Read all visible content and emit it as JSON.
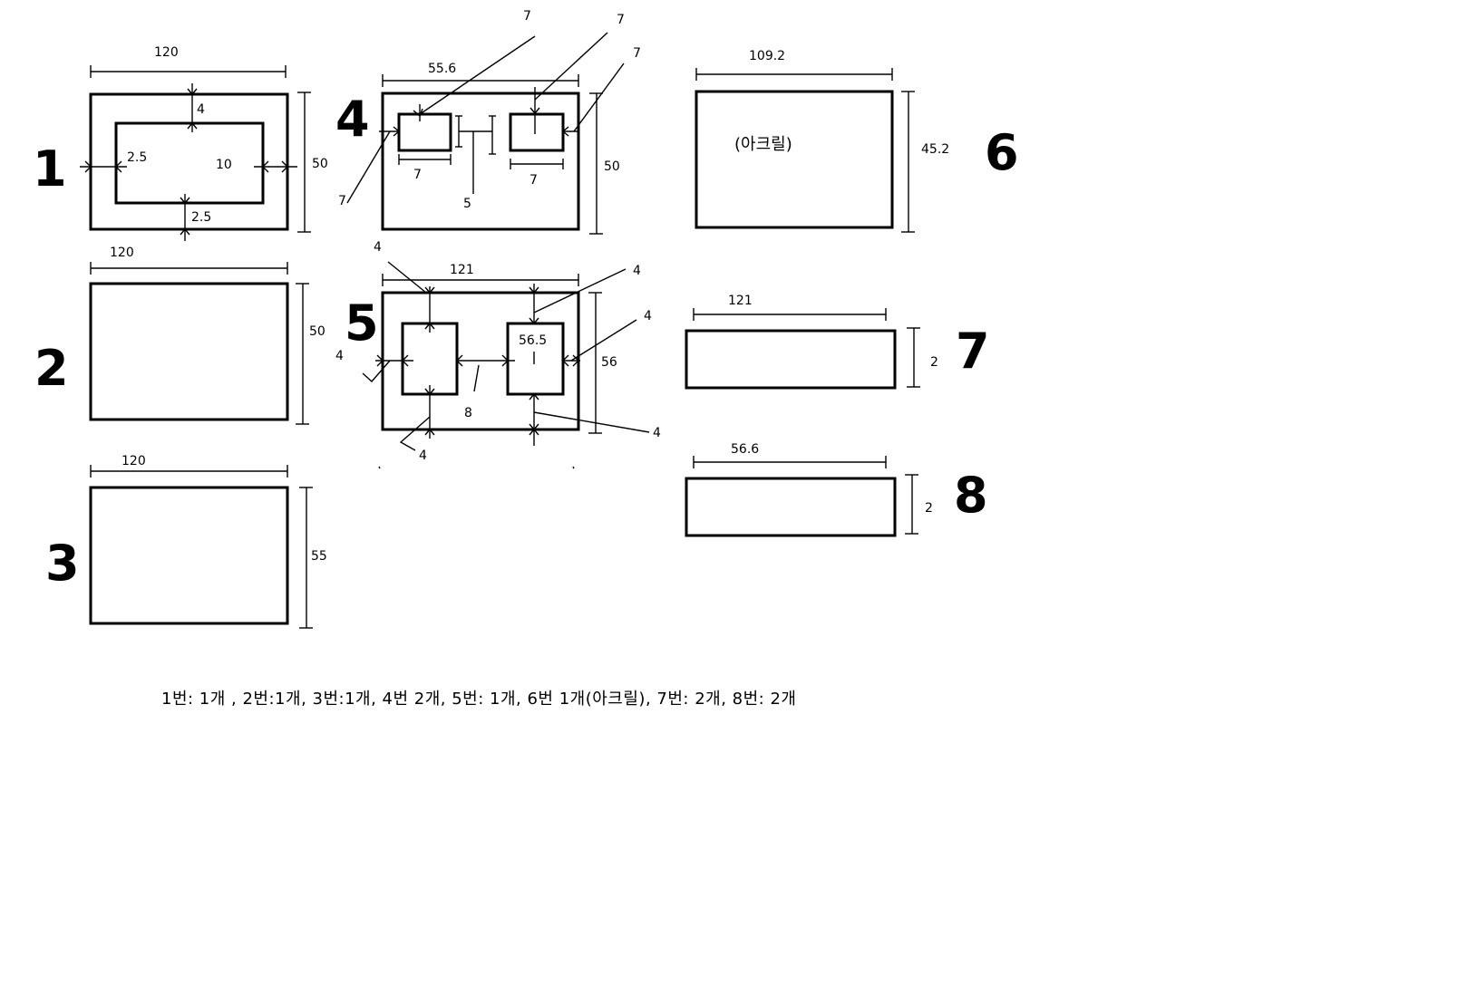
{
  "parts": [
    {
      "id": "1",
      "width": "120",
      "height": "50",
      "inner_top": "4",
      "inner_left": "2.5",
      "inner_right": "10",
      "inner_bottom": "2.5"
    },
    {
      "id": "2",
      "width": "120",
      "height": "50"
    },
    {
      "id": "3",
      "width": "120",
      "height": "55"
    },
    {
      "id": "4",
      "width": "55.6",
      "height": "50",
      "callout": "7",
      "cell_w": "7",
      "gap": "5"
    },
    {
      "id": "5",
      "width": "121",
      "height": "56",
      "callout": "4",
      "gap": "8",
      "window": "56.5"
    },
    {
      "id": "6",
      "width": "109.2",
      "height": "45.2",
      "material": "(아크릴)"
    },
    {
      "id": "7",
      "width": "121",
      "height": "2"
    },
    {
      "id": "8",
      "width": "56.6",
      "height": "2"
    }
  ],
  "summary": "1번: 1개 , 2번:1개, 3번:1개, 4번 2개, 5번: 1개, 6번 1개(아크릴), 7번: 2개, 8번: 2개"
}
